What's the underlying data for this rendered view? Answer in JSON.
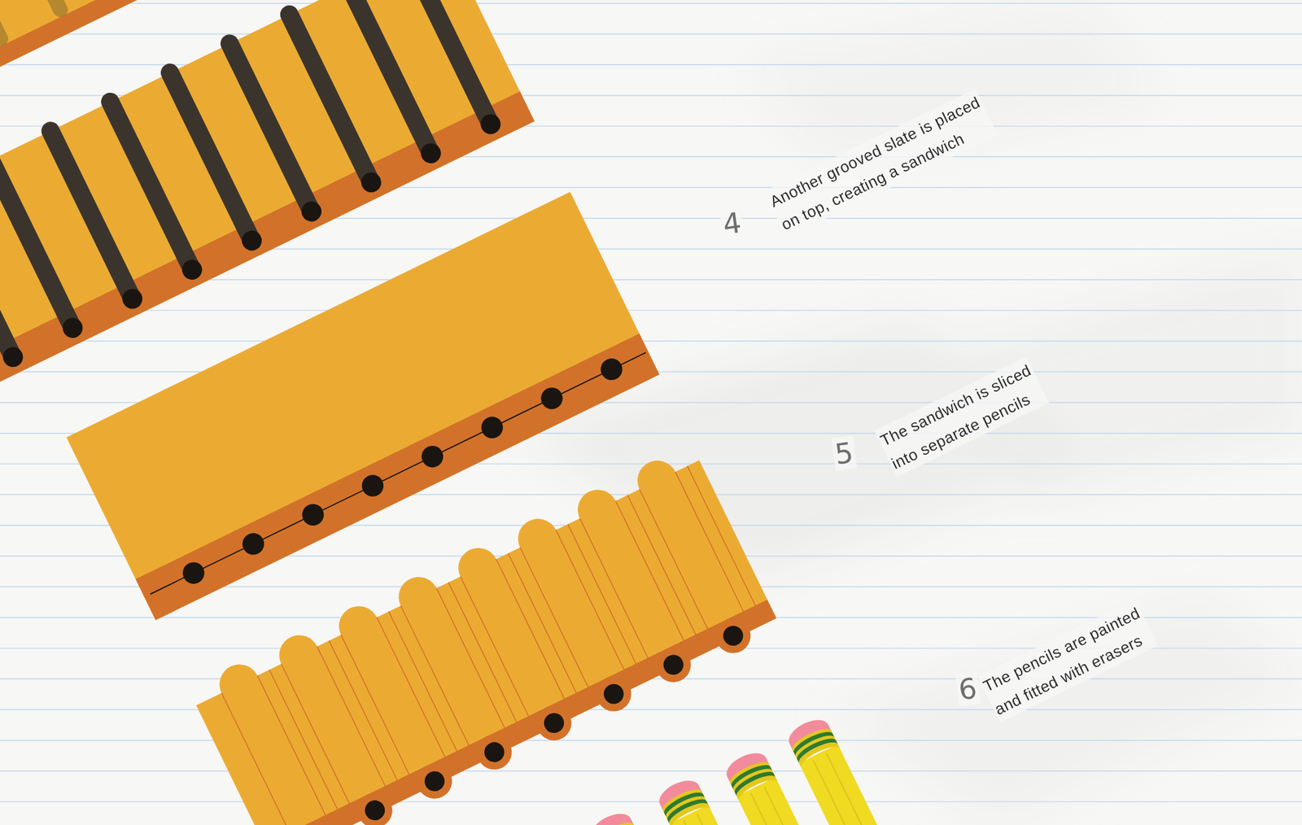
{
  "diagram": {
    "labels": [
      "4",
      "Another grooved slate is placed on top, creating a sandwich",
      "5",
      "The sandwich is sliced into separate pencils",
      "6",
      "The pencils are painted and fitted with erasers"
    ]
  }
}
